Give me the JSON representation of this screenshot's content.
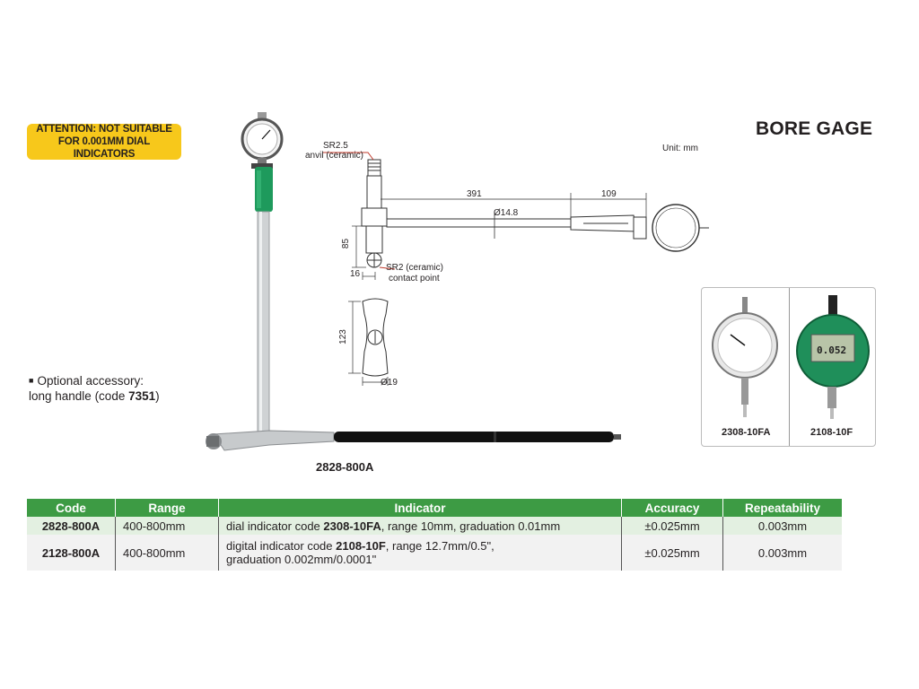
{
  "attention": {
    "line1": "ATTENTION: NOT SUITABLE",
    "line2": "FOR 0.001MM DIAL INDICATORS"
  },
  "title": "BORE GAGE",
  "unit": "Unit: mm",
  "accessory": {
    "line1": "Optional accessory:",
    "line2_prefix": "long handle (code ",
    "code": "7351",
    "line2_suffix": ")"
  },
  "main_code": "2828-800A",
  "drawing": {
    "anvil_sr": "SR2.5",
    "anvil_note": "anvil (ceramic)",
    "length_391": "391",
    "length_109": "109",
    "rod_dia": "Ø14.8",
    "height_85": "85",
    "width_16": "16",
    "contact_sr": "SR2 (ceramic)",
    "contact_note": "contact point",
    "handle_len": "123",
    "handle_dia": "Ø19"
  },
  "inset": {
    "left_caption": "2308-10FA",
    "right_caption": "2108-10F",
    "digital_readout": "0.052"
  },
  "colors": {
    "header_green": "#3d9b44",
    "attention_yellow": "#f7c81b",
    "handle_green": "#1e9a5c"
  },
  "table": {
    "headers": [
      "Code",
      "Range",
      "Indicator",
      "Accuracy",
      "Repeatability"
    ],
    "rows": [
      {
        "code": "2828-800A",
        "range": "400-800mm",
        "ind_pre": "dial indicator code ",
        "ind_code": "2308-10FA",
        "ind_post": ", range 10mm, graduation 0.01mm",
        "accuracy": "±0.025mm",
        "repeat": "0.003mm"
      },
      {
        "code": "2128-800A",
        "range": "400-800mm",
        "ind_pre": "digital indicator code ",
        "ind_code": "2108-10F",
        "ind_post": ", range 12.7mm/0.5\",",
        "ind_line2": "graduation 0.002mm/0.0001\"",
        "accuracy": "±0.025mm",
        "repeat": "0.003mm"
      }
    ]
  }
}
